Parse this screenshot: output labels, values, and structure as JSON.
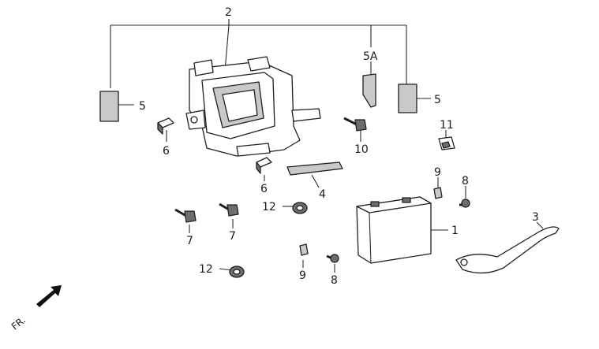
{
  "labels": {
    "l2": "2",
    "l5a": "5A",
    "l5_left": "5",
    "l5_right": "5",
    "l6_a": "6",
    "l6_b": "6",
    "l10": "10",
    "l11": "11",
    "l4": "4",
    "l9_a": "9",
    "l8_a": "8",
    "l12_a": "12",
    "l7_a": "7",
    "l7_b": "7",
    "l1": "1",
    "l3": "3",
    "l12_b": "12",
    "l9_b": "9",
    "l8_b": "8",
    "fr": "FR."
  },
  "colors": {
    "line": "#2a2a2a",
    "shade": "#c9c9c9",
    "dark": "#6e6e6e"
  }
}
